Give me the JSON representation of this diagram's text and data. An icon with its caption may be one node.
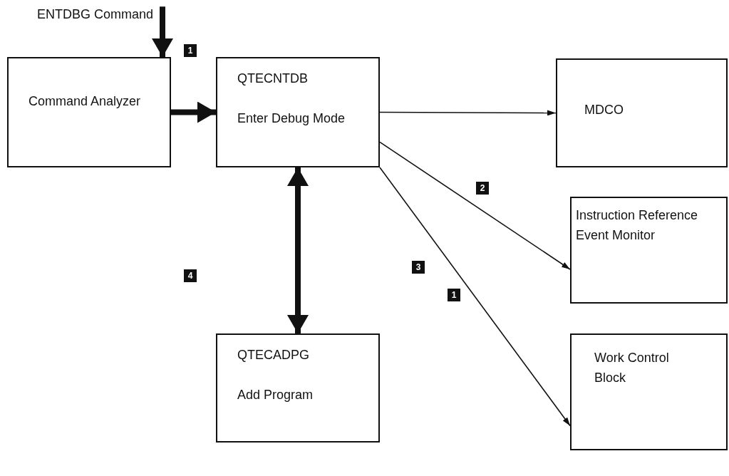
{
  "diagram": {
    "nodes": [
      {
        "text": [
          "ENTDBG Command"
        ]
      },
      {
        "text": [
          "Command Analyzer"
        ]
      },
      {
        "text": [
          "QTECNTDB",
          "Enter Debug Mode"
        ]
      },
      {
        "text": [
          "MDCO"
        ]
      },
      {
        "text": [
          "Instruction Reference Event Monitor"
        ]
      },
      {
        "text": [
          "QTECADPG",
          "Add Program"
        ]
      },
      {
        "text": [
          "Work Control Block"
        ]
      }
    ],
    "edges": [
      {
        "from": 0,
        "to": 1,
        "arrow": "to",
        "style": "thick"
      },
      {
        "from": 1,
        "to": 2,
        "arrow": "to",
        "style": "thick"
      },
      {
        "from": 2,
        "to": 3,
        "arrow": "to"
      },
      {
        "from": 2,
        "to": 4,
        "arrow": "to"
      },
      {
        "from": 2,
        "to": 6,
        "arrow": "to"
      },
      {
        "from": 2,
        "to": 5,
        "arrow": "both",
        "style": "thick"
      }
    ],
    "labels": [
      "1",
      "2",
      "3",
      "4",
      "1"
    ]
  }
}
